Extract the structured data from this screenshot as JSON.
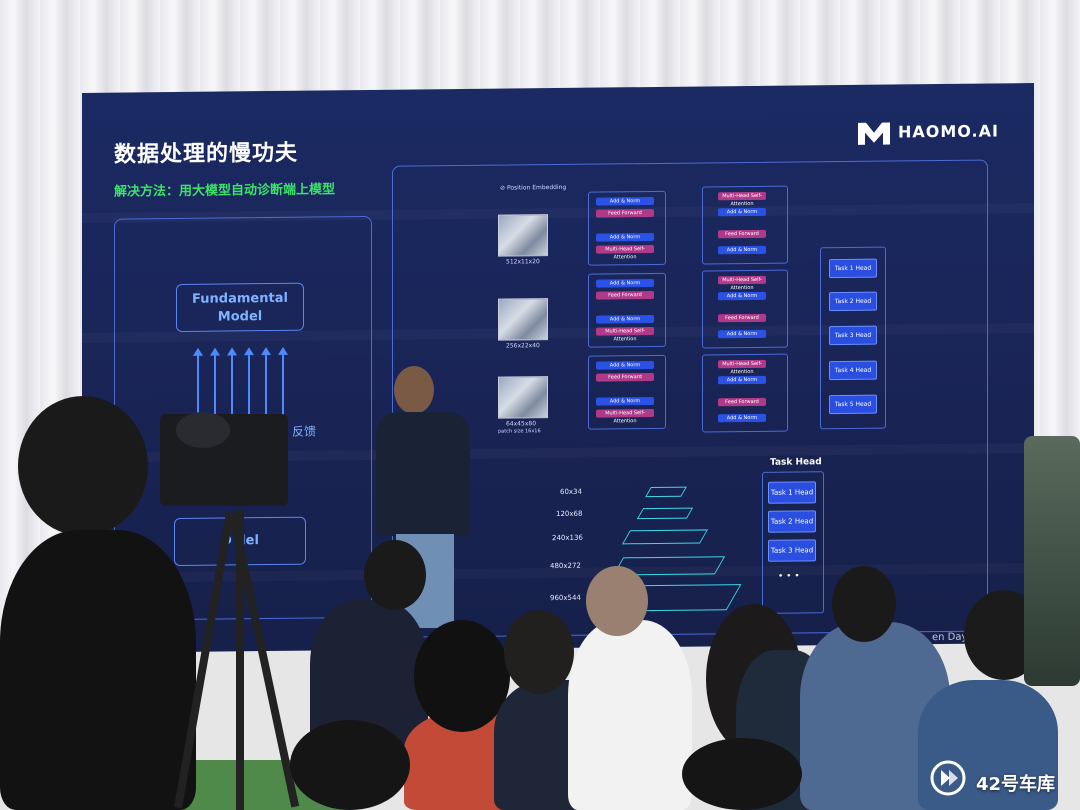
{
  "slide": {
    "title": "数据处理的慢功夫",
    "subtitle": "解决方法：用大模型自动诊断端上模型",
    "brand": "HAOMO.AI",
    "fundamental_model": "Fundamental\nModel",
    "device_model_visible": "D        del",
    "feedback_label": "反馈",
    "position_embedding": "Position Embedding",
    "resolutions": [
      "512x11x20",
      "256x22x40",
      "64x45x80"
    ],
    "patch_note": "patch size 16x16",
    "encoder_blocks": [
      "Add & Norm",
      "Feed Forward",
      "Add & Norm",
      "Multi-Head Self-Attention"
    ],
    "decoder_blocks": [
      "Multi-Head Self-Attention",
      "Add & Norm",
      "Feed Forward",
      "Add & Norm"
    ],
    "task_heads_right": [
      "Task 1 Head",
      "Task 2 Head",
      "Task 3 Head",
      "Task 4 Head",
      "Task 5 Head"
    ],
    "task_head_title": "Task Head",
    "pyramid_labels": [
      "60x34",
      "120x68",
      "240x136",
      "480x272",
      "960x544"
    ],
    "task_heads_bottom": [
      "Task 1 Head",
      "Task 2 Head",
      "Task 3 Head"
    ],
    "ellipsis": "• • •",
    "event_fragment": "en Day |"
  },
  "watermark": {
    "text": "42号车库"
  },
  "colors": {
    "screen_bg": "#1b2a63",
    "accent_green": "#3ee06b",
    "accent_blue": "#2a52e6",
    "accent_pink": "#b03a8a",
    "pyramid_cyan": "#3fd8e8"
  }
}
